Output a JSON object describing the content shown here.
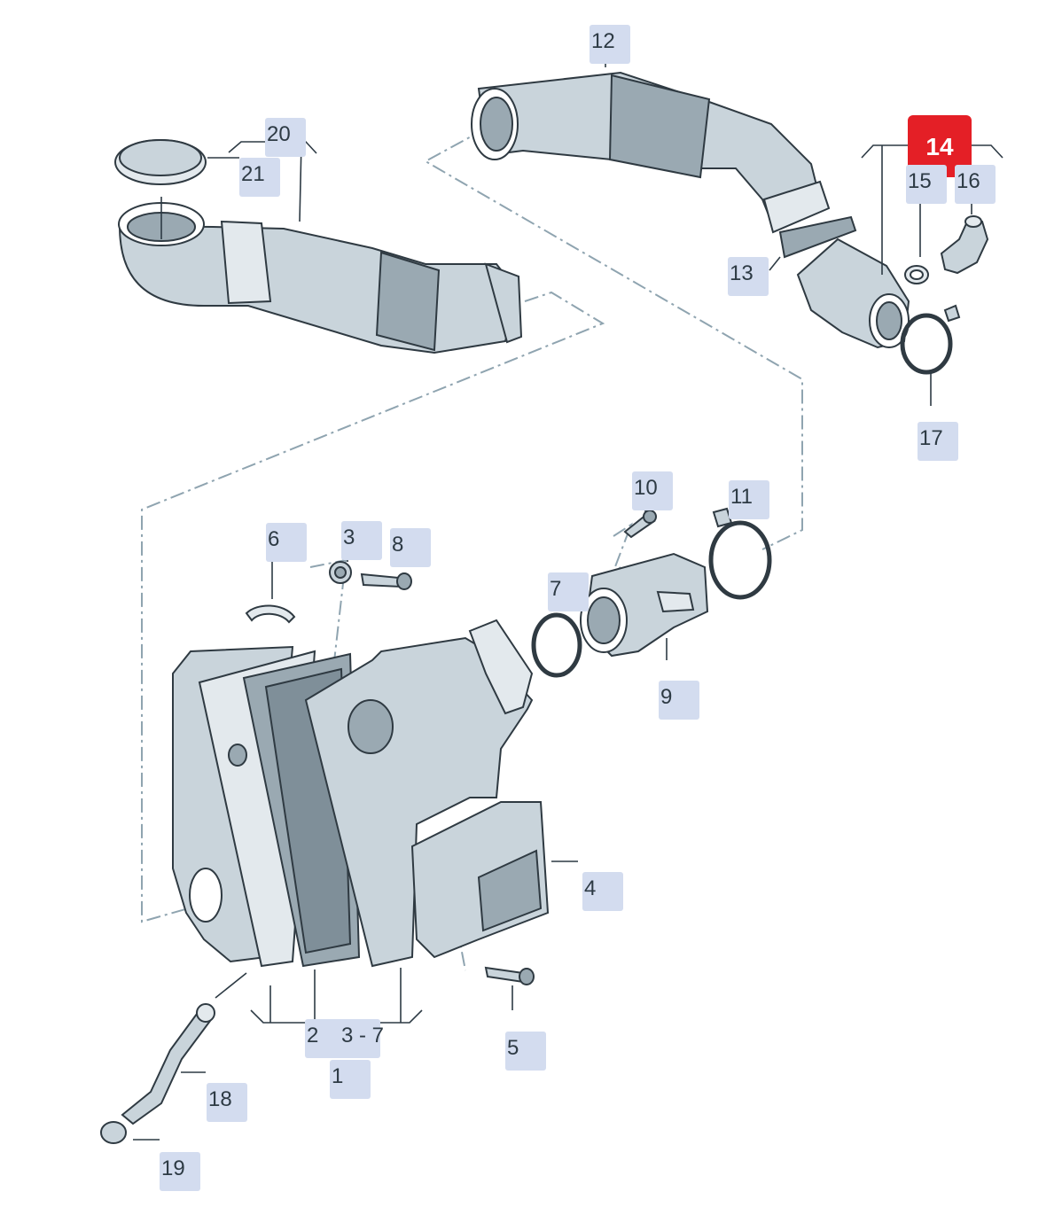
{
  "diagram": {
    "callouts": [
      {
        "id": "12",
        "label": "12",
        "active": false
      },
      {
        "id": "20",
        "label": "20",
        "active": false
      },
      {
        "id": "21",
        "label": "21",
        "active": false
      },
      {
        "id": "14",
        "label": "14",
        "active": true
      },
      {
        "id": "15",
        "label": "15",
        "active": false
      },
      {
        "id": "16",
        "label": "16",
        "active": false
      },
      {
        "id": "13",
        "label": "13",
        "active": false
      },
      {
        "id": "17",
        "label": "17",
        "active": false
      },
      {
        "id": "10",
        "label": "10",
        "active": false
      },
      {
        "id": "11",
        "label": "11",
        "active": false
      },
      {
        "id": "6",
        "label": "6",
        "active": false
      },
      {
        "id": "3",
        "label": "3",
        "active": false
      },
      {
        "id": "8",
        "label": "8",
        "active": false
      },
      {
        "id": "7",
        "label": "7",
        "active": false
      },
      {
        "id": "9",
        "label": "9",
        "active": false
      },
      {
        "id": "4",
        "label": "4",
        "active": false
      },
      {
        "id": "5",
        "label": "5",
        "active": false
      },
      {
        "id": "2",
        "label": "2",
        "active": false
      },
      {
        "id": "3-7",
        "label": "3 - 7",
        "active": false
      },
      {
        "id": "1",
        "label": "1",
        "active": false
      },
      {
        "id": "18",
        "label": "18",
        "active": false
      },
      {
        "id": "19",
        "label": "19",
        "active": false
      }
    ],
    "colors": {
      "callout_bg": "#d3dcef",
      "callout_active_bg": "#e41f26",
      "callout_text": "#2d3a44",
      "part_fill": "#c9d4db",
      "outline": "#2f3a42",
      "dash_line": "#8fa4b0"
    }
  }
}
